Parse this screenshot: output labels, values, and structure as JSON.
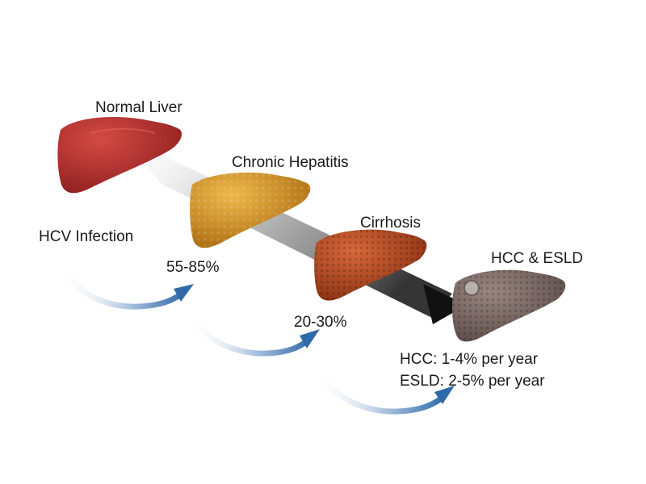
{
  "stages": {
    "normal": "Normal Liver",
    "chronic": "Chronic Hepatitis",
    "cirrhosis": "Cirrhosis",
    "hcc": "HCC & ESLD"
  },
  "infection_label": "HCV Infection",
  "rates": {
    "chronic": "55-85%",
    "cirrhosis": "20-30%",
    "hcc_rate": "HCC: 1-4% per year",
    "esld_rate": "ESLD: 2-5% per year"
  },
  "colors": {
    "normal_liver": "#b52a2a",
    "chronic_liver": "#d99a1e",
    "cirrhosis_liver": "#b8481c",
    "hcc_liver": "#7e6a66",
    "curve_arrow": "#2f6aa8",
    "progression_arrow": "#111111"
  }
}
